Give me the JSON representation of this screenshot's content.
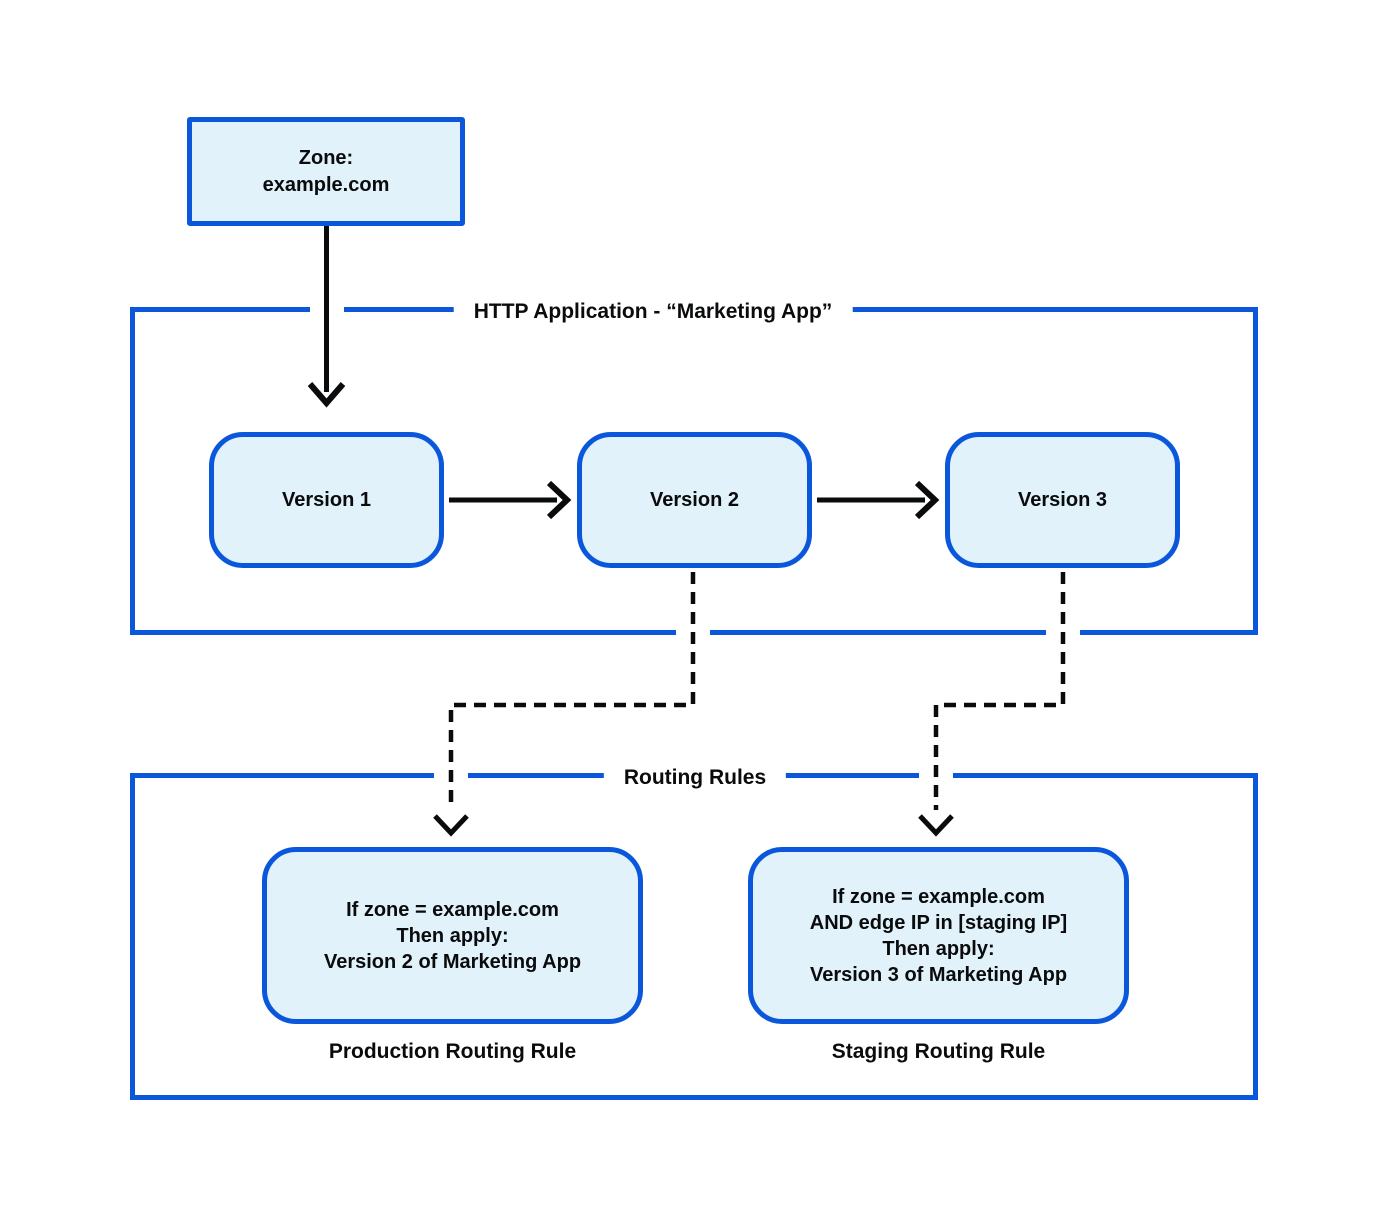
{
  "colors": {
    "accent_blue": "#0b57dc",
    "node_fill": "#e1f2fa",
    "line_black": "#0a0b0d",
    "background": "#ffffff"
  },
  "zone_box": {
    "label": "Zone:\nexample.com"
  },
  "http_application": {
    "label": "HTTP Application - “Marketing App”",
    "versions": [
      {
        "label": "Version 1"
      },
      {
        "label": "Version 2"
      },
      {
        "label": "Version 3"
      }
    ]
  },
  "routing_rules": {
    "label": "Routing Rules",
    "rules": [
      {
        "condition": "If zone = example.com\nThen apply:\nVersion 2 of Marketing App",
        "caption": "Production Routing Rule"
      },
      {
        "condition": "If zone = example.com\nAND edge IP in [staging IP]\nThen apply:\nVersion 3 of Marketing App",
        "caption": "Staging Routing Rule"
      }
    ]
  }
}
